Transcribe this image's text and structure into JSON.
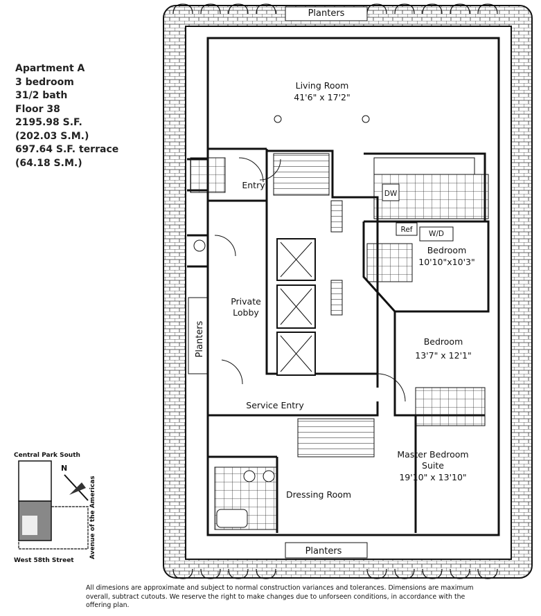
{
  "apartment": {
    "name": "Apartment A",
    "bedrooms": "3 bedroom",
    "baths": "31/2 bath",
    "floor": "Floor 38",
    "area_sf": "2195.98 S.F.",
    "area_sm": "(202.03 S.M.)",
    "terrace_sf": "697.64 S.F. terrace",
    "terrace_sm": "(64.18 S.M.)"
  },
  "plan": {
    "planters_top": "Planters",
    "planters_side": "Planters",
    "planters_bottom": "Planters",
    "living_room": {
      "name": "Living Room",
      "dims": "41'6\" x 17'2\""
    },
    "entry": "Entry",
    "private_lobby": [
      "Private",
      "Lobby"
    ],
    "dw": "DW",
    "ref": "Ref",
    "wd": "W/D",
    "bedroom1": {
      "name": "Bedroom",
      "dims": "10'10\"x10'3\""
    },
    "bedroom2": {
      "name": "Bedroom",
      "dims": "13'7\" x 12'1\""
    },
    "service_entry": "Service Entry",
    "master": {
      "name": [
        "Master Bedroom",
        "Suite"
      ],
      "dims": "19'10\" x 13'10\""
    },
    "dressing_room": "Dressing Room"
  },
  "keymap": {
    "north_street": "Central Park South",
    "south_street": "West 58th Street",
    "east_avenue": "Avenue of the Americas",
    "north_label": "N"
  },
  "disclaimer": "All dimesions are approximate and subject to normal construction variances and tolerances. Dimensions are maximum overall, subtract cutouts. We reserve the right to make changes due to unforseen conditions, in accordance with the offering plan."
}
